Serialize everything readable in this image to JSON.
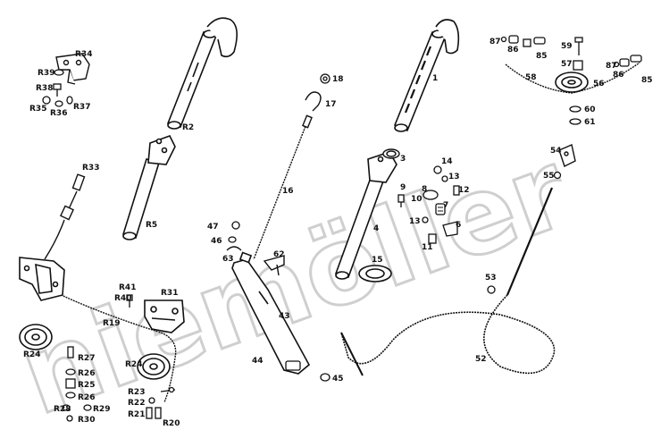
{
  "watermark": "niemöller",
  "labels": {
    "r34": "R34",
    "r39": "R39",
    "r38": "R38",
    "r35": "R35",
    "r36": "R36",
    "r37": "R37",
    "r2": "R2",
    "r5": "R5",
    "r33": "R33",
    "r19": "R19",
    "r24a": "R24",
    "r24b": "R24",
    "r27": "R27",
    "r26a": "R26",
    "r25": "R25",
    "r26b": "R26",
    "r28": "R28",
    "r29": "R29",
    "r30": "R30",
    "r41": "R41",
    "r40": "R40",
    "r31": "R31",
    "r23": "R23",
    "r22": "R22",
    "r21": "R21",
    "r20": "R20",
    "n18": "18",
    "n17": "17",
    "n16": "16",
    "n47": "47",
    "n46": "46",
    "n63": "63",
    "n62": "62",
    "n43": "43",
    "n44": "44",
    "n45": "45",
    "n1": "1",
    "n3": "3",
    "n4": "4",
    "n9": "9",
    "n8": "8",
    "n10": "10",
    "n14": "14",
    "n13a": "13",
    "n12": "12",
    "n7": "7",
    "n13b": "13",
    "n6": "6",
    "n11": "11",
    "n15": "15",
    "n87a": "87",
    "n86a": "86",
    "n85a": "85",
    "n59": "59",
    "n57": "57",
    "n87b": "87",
    "n86b": "86",
    "n85b": "85",
    "n58": "58",
    "n56": "56",
    "n60": "60",
    "n61": "61",
    "n54": "54",
    "n55": "55",
    "n53": "53",
    "n52": "52"
  }
}
